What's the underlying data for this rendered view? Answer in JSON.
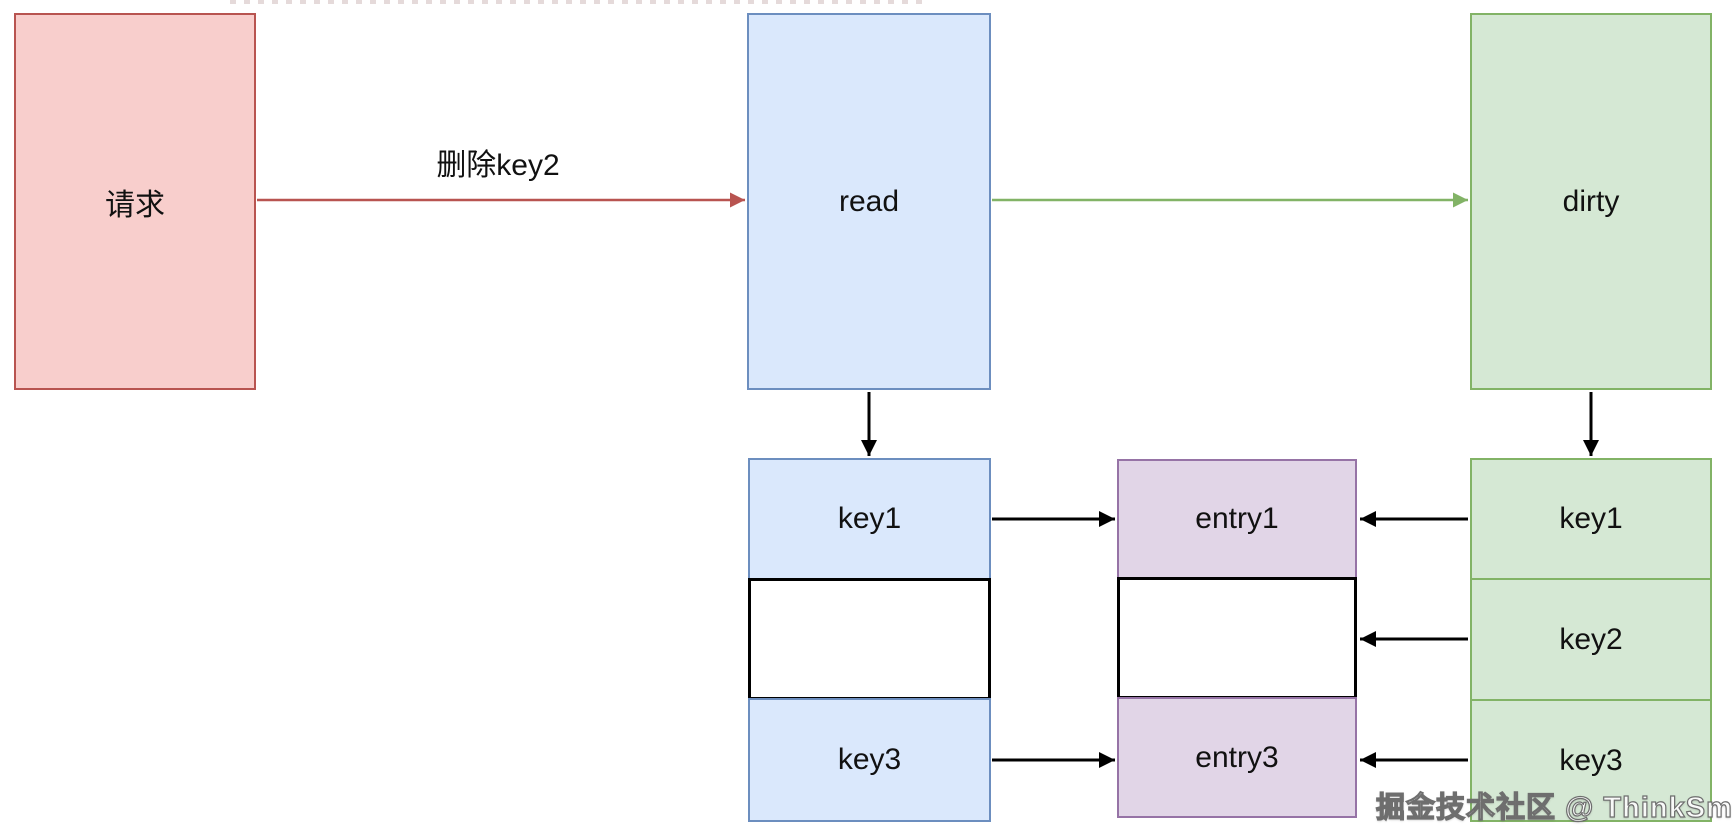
{
  "nodes": {
    "request": {
      "label": "请求"
    },
    "read": {
      "label": "read"
    },
    "dirty": {
      "label": "dirty"
    }
  },
  "edge_labels": {
    "delete_key2": "删除key2"
  },
  "tables": {
    "read_keys": {
      "cells": [
        {
          "label": "key1"
        },
        {
          "label": ""
        },
        {
          "label": "key3"
        }
      ]
    },
    "entries": {
      "cells": [
        {
          "label": "entry1"
        },
        {
          "label": ""
        },
        {
          "label": "entry3"
        }
      ]
    },
    "dirty_keys": {
      "cells": [
        {
          "label": "key1"
        },
        {
          "label": "key2"
        },
        {
          "label": "key3"
        }
      ]
    }
  },
  "watermark": "掘金技术社区 @ ThinkSmart",
  "colors": {
    "red_fill": "#f8cecc",
    "red_stroke": "#b85450",
    "blue_fill": "#dae8fc",
    "blue_stroke": "#6c8ebf",
    "green_fill": "#d5e8d4",
    "green_stroke": "#82b366",
    "purple_fill": "#e1d5e7",
    "purple_stroke": "#9673a6",
    "link_arrow": "#000000",
    "empty_cell_fill": "#ffffff",
    "empty_cell_stroke": "#000000"
  }
}
